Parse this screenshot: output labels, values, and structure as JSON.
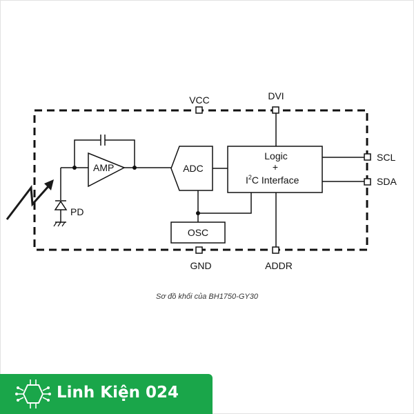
{
  "diagram": {
    "pins": {
      "vcc": "VCC",
      "dvi": "DVI",
      "scl": "SCL",
      "sda": "SDA",
      "gnd": "GND",
      "addr": "ADDR"
    },
    "blocks": {
      "amp": "AMP",
      "adc": "ADC",
      "osc": "OSC",
      "logic_line1": "Logic",
      "logic_line2": "+",
      "logic_line3_prefix": "I",
      "logic_line3_sup": "2",
      "logic_line3_suffix": "C Interface"
    },
    "photodiode_label": "PD"
  },
  "caption": "Sơ đồ khối của BH1750-GY30",
  "brand": {
    "name": "Linh Kiện 024",
    "bar_color": "#1aa64a"
  }
}
